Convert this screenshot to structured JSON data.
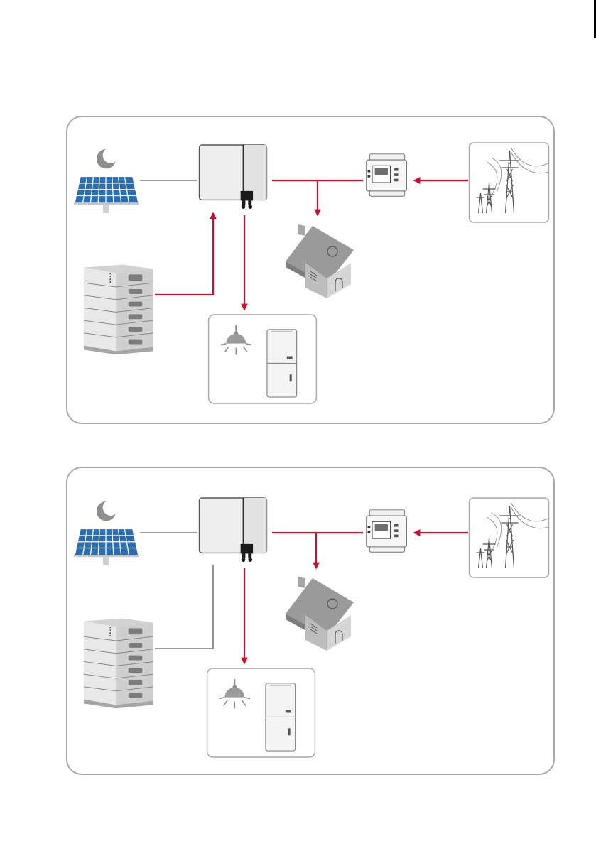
{
  "colors": {
    "flow": "#c8102e",
    "link": "#7a7a7a",
    "frame": "#a9a9a9",
    "device_light": "#ededed",
    "device_mid": "#9b9b9b",
    "device_dark": "#616161",
    "solar": "#1f6fb5"
  },
  "scenes": [
    {
      "id": "scene-1",
      "battery_state": "discharging",
      "battery_to_inverter_flow": true
    },
    {
      "id": "scene-2",
      "battery_state": "idle",
      "battery_to_inverter_flow": false
    }
  ]
}
